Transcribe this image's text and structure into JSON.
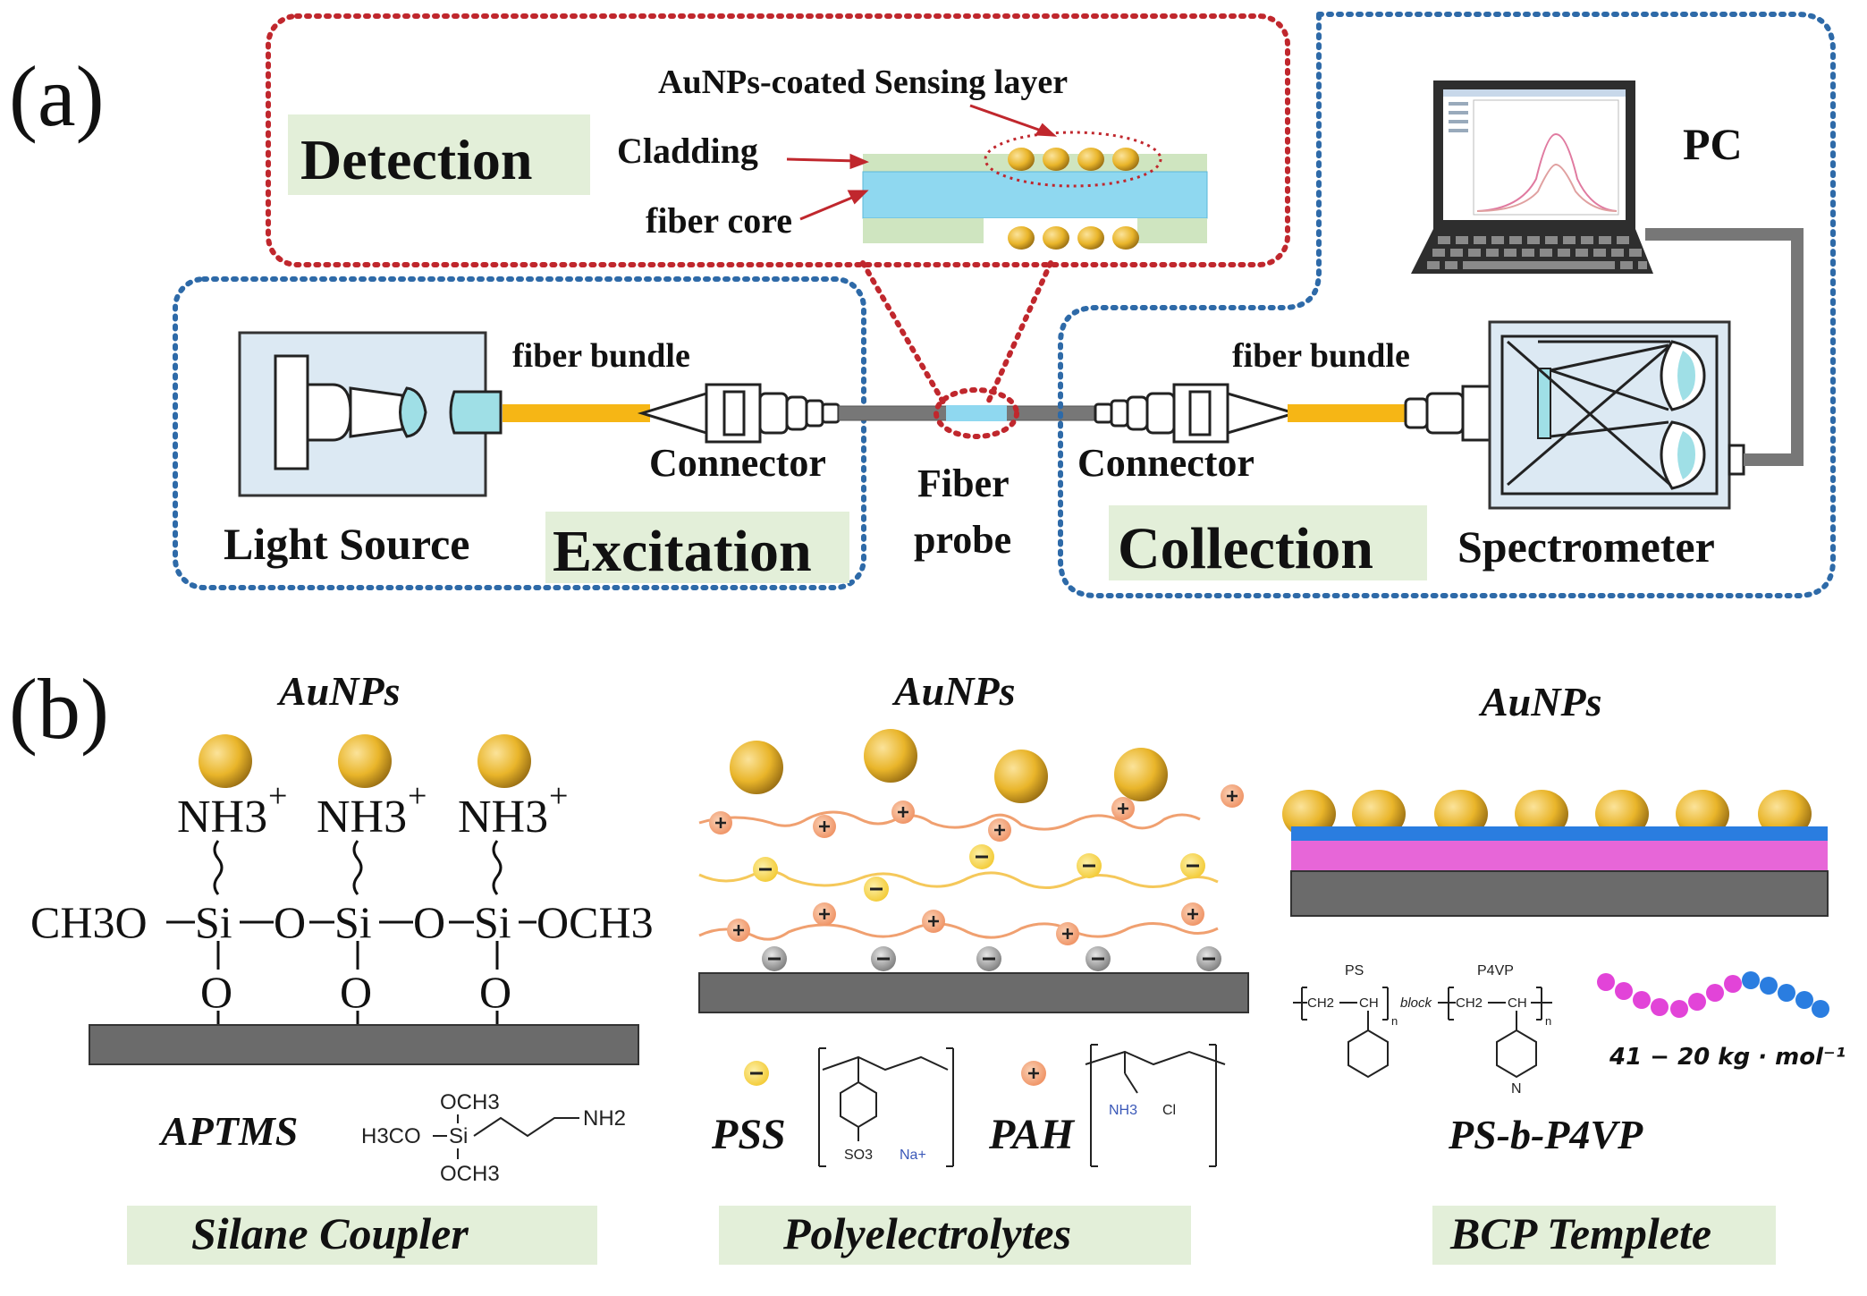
{
  "panel_a": {
    "label": "(a)",
    "detection": "Detection",
    "sensing_layer": "AuNPs-coated Sensing layer",
    "cladding": "Cladding",
    "fiber_core": "fiber core",
    "pc": "PC",
    "fiber_bundle_left": "fiber bundle",
    "fiber_bundle_right": "fiber bundle",
    "connector_left": "Connector",
    "connector_right": "Connector",
    "fiber_probe_1": "Fiber",
    "fiber_probe_2": "probe",
    "light_source": "Light Source",
    "excitation": "Excitation",
    "collection": "Collection",
    "spectrometer": "Spectrometer"
  },
  "panel_b": {
    "label": "(b)",
    "aunps_1": "AuNPs",
    "aunps_2": "AuNPs",
    "aunps_3": "AuNPs",
    "silane": {
      "nh3": "NH3",
      "chain_left": "CH3O",
      "chain_si": "Si",
      "chain_o": "O",
      "chain_right": "OCH3",
      "aptms": "APTMS",
      "och3_top": "OCH3",
      "h3co": "H3CO",
      "si": "Si",
      "nh2": "NH2",
      "och3_bottom": "OCH3",
      "box": "Silane Coupler"
    },
    "polyelectrolytes": {
      "pss": "PSS",
      "pah": "PAH",
      "so3": "SO3",
      "na": "Na+",
      "nh3": "NH3",
      "cl": "Cl",
      "box": "Polyelectrolytes"
    },
    "bcp": {
      "ps": "PS",
      "p4vp": "P4VP",
      "block": "block",
      "ch2": "CH2",
      "ch": "CH",
      "n": "n",
      "mw": "41 − 20 kg · mol⁻¹",
      "name": "PS-b-P4VP",
      "box": "BCP Templete"
    }
  },
  "colors": {
    "gold": "#e9b52a",
    "red_dotted": "#c0272d",
    "blue_dotted": "#2e6aa8",
    "green_box": "#e3efd9",
    "fiber_yellow": "#f6b615",
    "core_blue": "#8fd8f0",
    "cladding_green": "#cfe5c0",
    "substrate": "#6b6b6b",
    "pos_charge": "#f2a074",
    "neg_charge": "#f5d04a",
    "bcp_blue": "#2a7de0",
    "bcp_pink": "#e766d8"
  }
}
